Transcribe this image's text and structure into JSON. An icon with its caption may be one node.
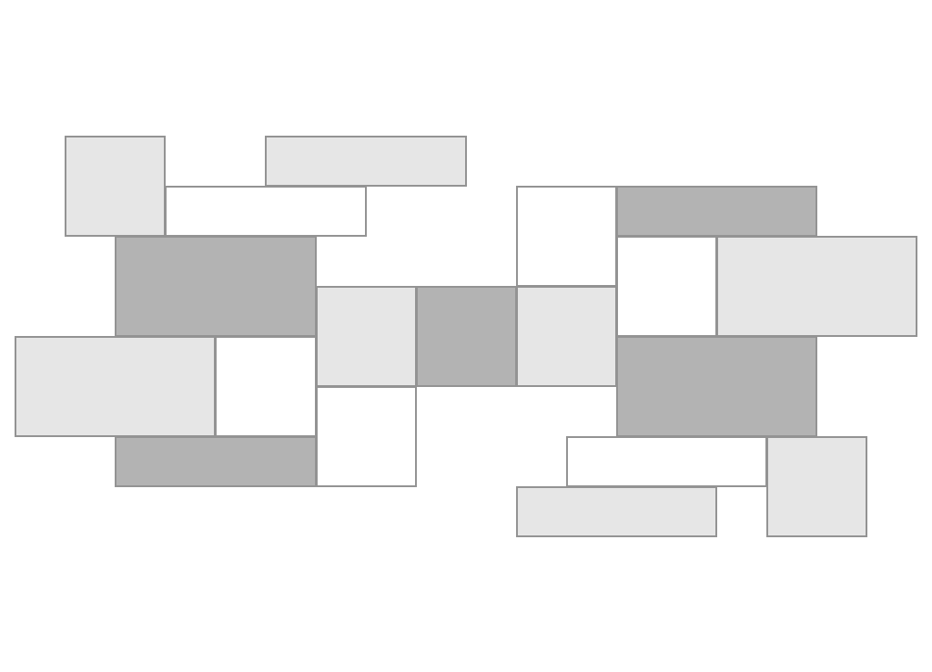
{
  "diagram": {
    "nodes": [
      {
        "text": [],
        "shape": "box"
      },
      {
        "text": [],
        "shape": "box"
      },
      {
        "text": [],
        "shape": "box"
      },
      {
        "text": [],
        "shape": "box"
      },
      {
        "text": [],
        "shape": "box"
      },
      {
        "text": [],
        "shape": "box"
      },
      {
        "text": [],
        "shape": "box"
      },
      {
        "text": [],
        "shape": "box"
      },
      {
        "text": [],
        "shape": "box"
      },
      {
        "text": [],
        "shape": "box"
      },
      {
        "text": [],
        "shape": "box"
      },
      {
        "text": [],
        "shape": "box"
      },
      {
        "text": [],
        "shape": "box"
      },
      {
        "text": [],
        "shape": "box"
      },
      {
        "text": [],
        "shape": "box"
      },
      {
        "text": [],
        "shape": "box"
      },
      {
        "text": [],
        "shape": "box"
      },
      {
        "text": [],
        "shape": "box"
      },
      {
        "text": [],
        "shape": "box"
      }
    ]
  }
}
